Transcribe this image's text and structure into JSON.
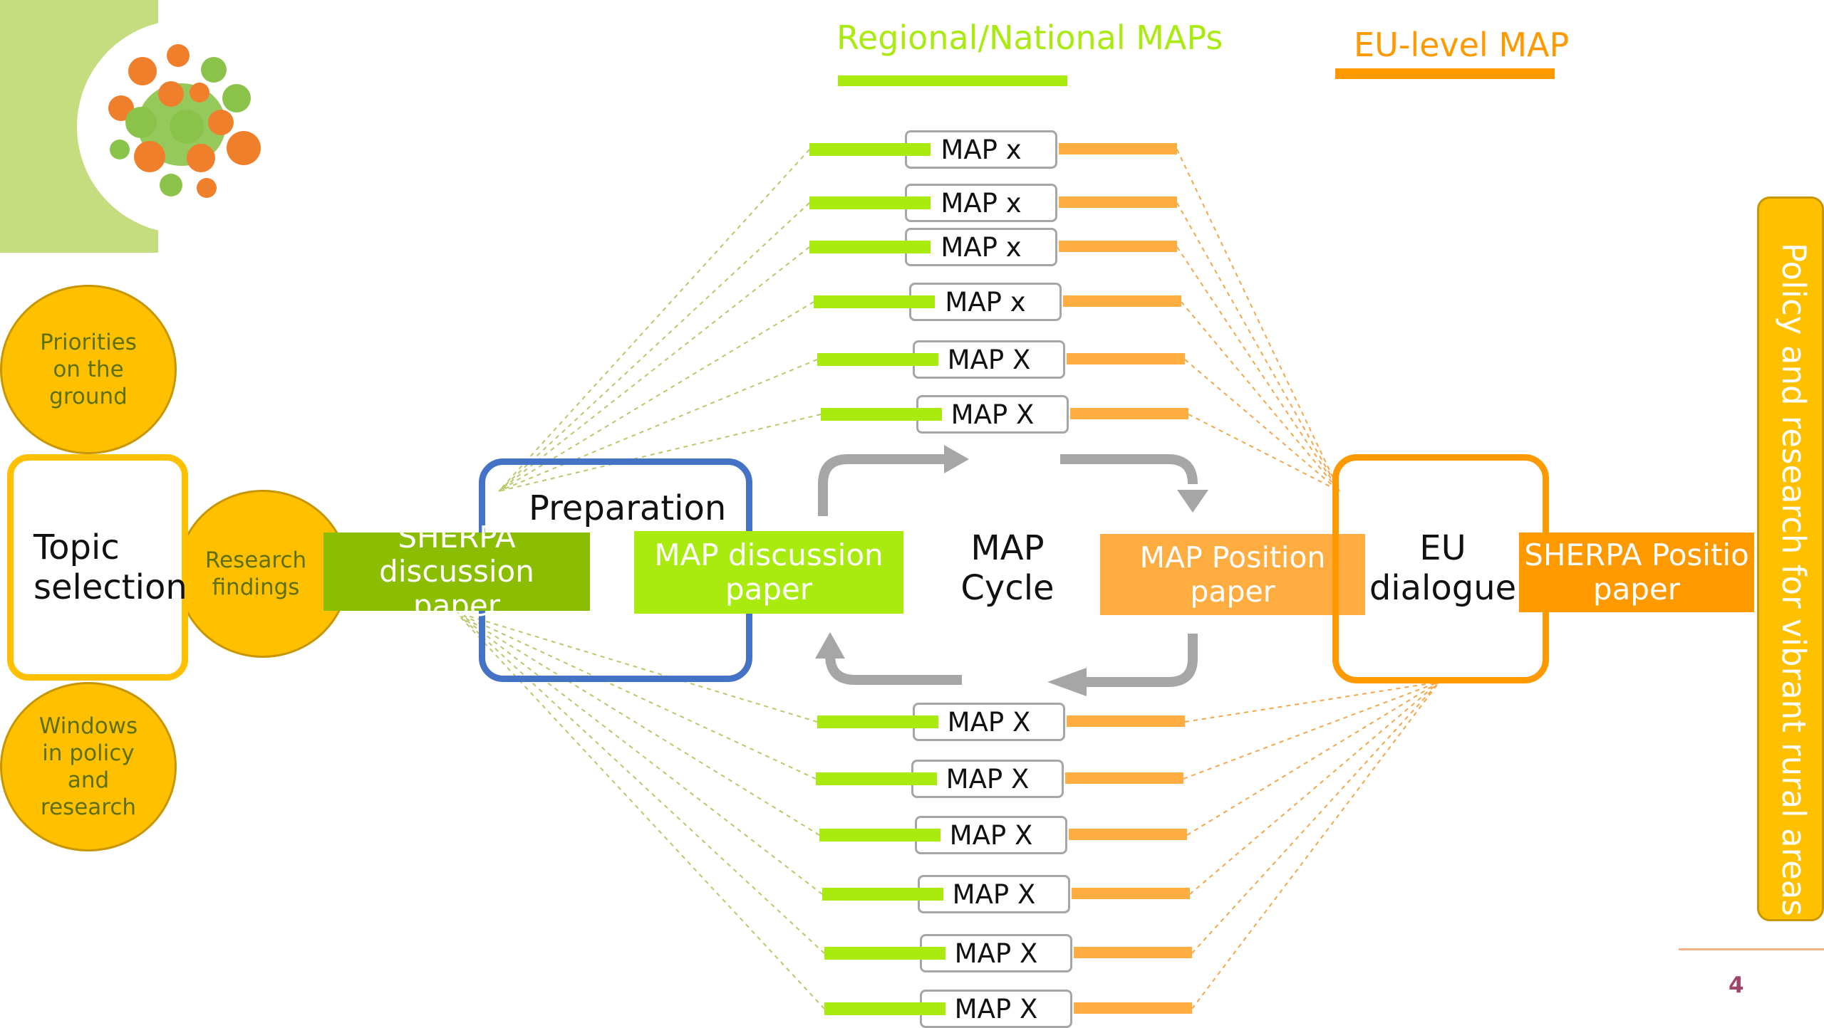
{
  "header": {
    "regional_label": "Regional/National MAPs",
    "eu_label": "EU-level MAP"
  },
  "colors": {
    "green": "#a9ea0f",
    "dark_green": "#8bbd00",
    "orange": "#ffad40",
    "dark_orange": "#ff9900",
    "yellow": "#ffc000",
    "blue": "#4472c4",
    "grey": "#a6a6a6",
    "logo_band": "#c5dd7f"
  },
  "map_boxes_top": [
    "MAP x",
    "MAP x",
    "MAP x",
    "MAP x",
    "MAP X",
    "MAP X"
  ],
  "map_boxes_bottom": [
    "MAP X",
    "MAP X",
    "MAP X",
    "MAP X",
    "MAP X",
    "MAP X"
  ],
  "left": {
    "priorities": [
      "Priorities",
      "on the",
      "ground"
    ],
    "topic": [
      "Topic",
      "selection"
    ],
    "research": [
      "Research",
      "findings"
    ],
    "windows": [
      "Windows",
      "in policy",
      "and",
      "research"
    ]
  },
  "center": {
    "preparation": "Preparation",
    "sherpa_discussion": [
      "SHERPA discussion",
      "paper"
    ],
    "map_discussion": [
      "MAP discussion",
      "paper"
    ],
    "map_cycle": [
      "MAP",
      "Cycle"
    ],
    "map_position": "MAP Position paper"
  },
  "right": {
    "eu_dialogue": [
      "EU",
      "dialogue"
    ],
    "sherpa_position": [
      "SHERPA Positio",
      "paper"
    ],
    "vertical_banner": "Policy and research for vibrant rural areas"
  },
  "page_number": "4"
}
